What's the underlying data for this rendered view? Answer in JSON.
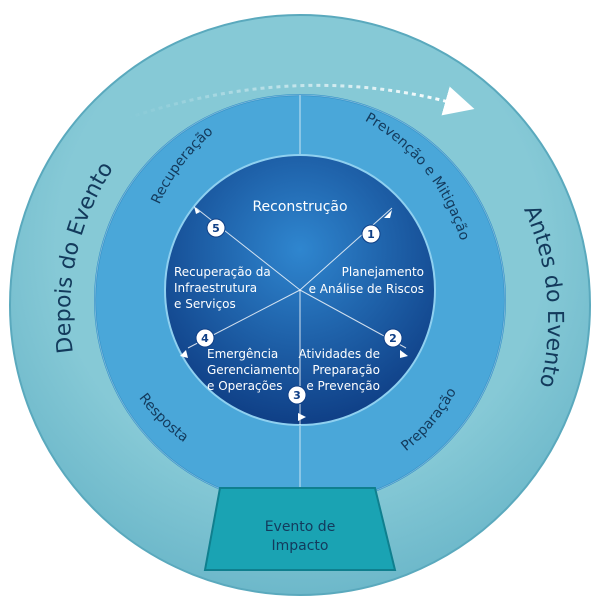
{
  "colors": {
    "outer_ring": "#7ec3d2",
    "outer_ring_edge": "#5aa9bd",
    "middle_ring": "#4aa7d9",
    "inner_circle_light": "#2f7fc8",
    "inner_circle_dark": "#0f3f86",
    "impact_box": "#1aa3b3",
    "text_dark": "#133a5c",
    "text_light": "#ffffff"
  },
  "outer_ring": {
    "left_label": "Depois do Evento",
    "right_label": "Antes do Evento",
    "flow_arrow": "clockwise-arrow"
  },
  "middle_ring": {
    "top_left": "Recuperação",
    "top_right": "Prevenção e Mitigação",
    "bottom_left": "Resposta",
    "bottom_right": "Preparação"
  },
  "inner_circle": {
    "top": "Reconstrução",
    "segments": [
      {
        "number": "1",
        "lines": [
          "Planejamento",
          "e Análise de Riscos"
        ]
      },
      {
        "number": "2",
        "lines": [
          "Atividades de",
          "Preparação",
          "e Prevenção"
        ]
      },
      {
        "number": "3",
        "lines": []
      },
      {
        "number": "4",
        "lines": [
          "Emergência",
          "Gerenciamento",
          "e Operações"
        ]
      },
      {
        "number": "5",
        "lines": [
          "Recuperação da",
          "Infraestrutura",
          "e Serviços"
        ]
      }
    ]
  },
  "impact_box": {
    "lines": [
      "Evento de",
      "Impacto"
    ]
  }
}
